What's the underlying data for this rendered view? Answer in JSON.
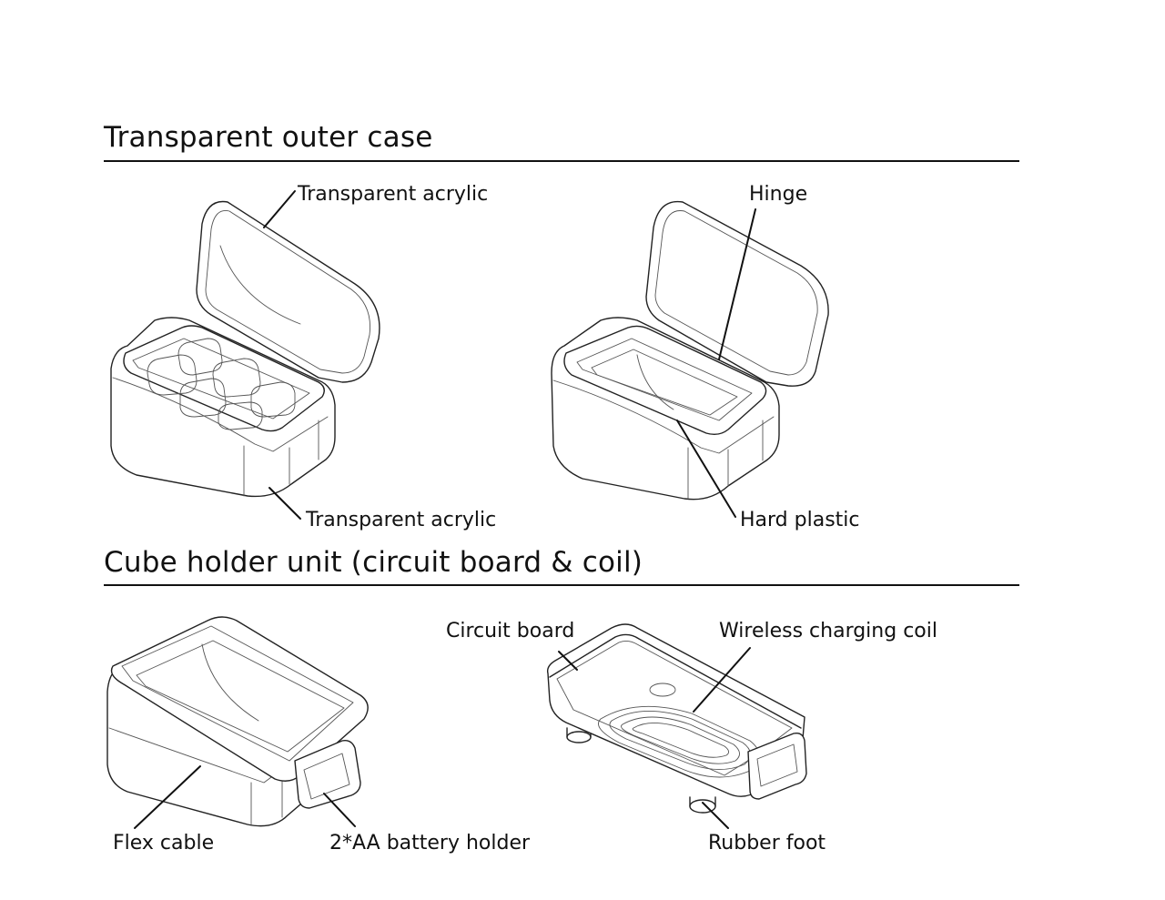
{
  "sections": {
    "outer_case": {
      "title": "Transparent outer case"
    },
    "holder_unit": {
      "title": "Cube holder unit (circuit board & coil)"
    }
  },
  "labels": {
    "lid_acrylic": "Transparent acrylic",
    "hinge": "Hinge",
    "base_acrylic": "Transparent acrylic",
    "hard_plastic": "Hard plastic",
    "circuit_board": "Circuit board",
    "charging_coil": "Wireless charging coil",
    "flex_cable": "Flex cable",
    "battery_holder": "2*AA battery holder",
    "rubber_foot": "Rubber foot"
  }
}
